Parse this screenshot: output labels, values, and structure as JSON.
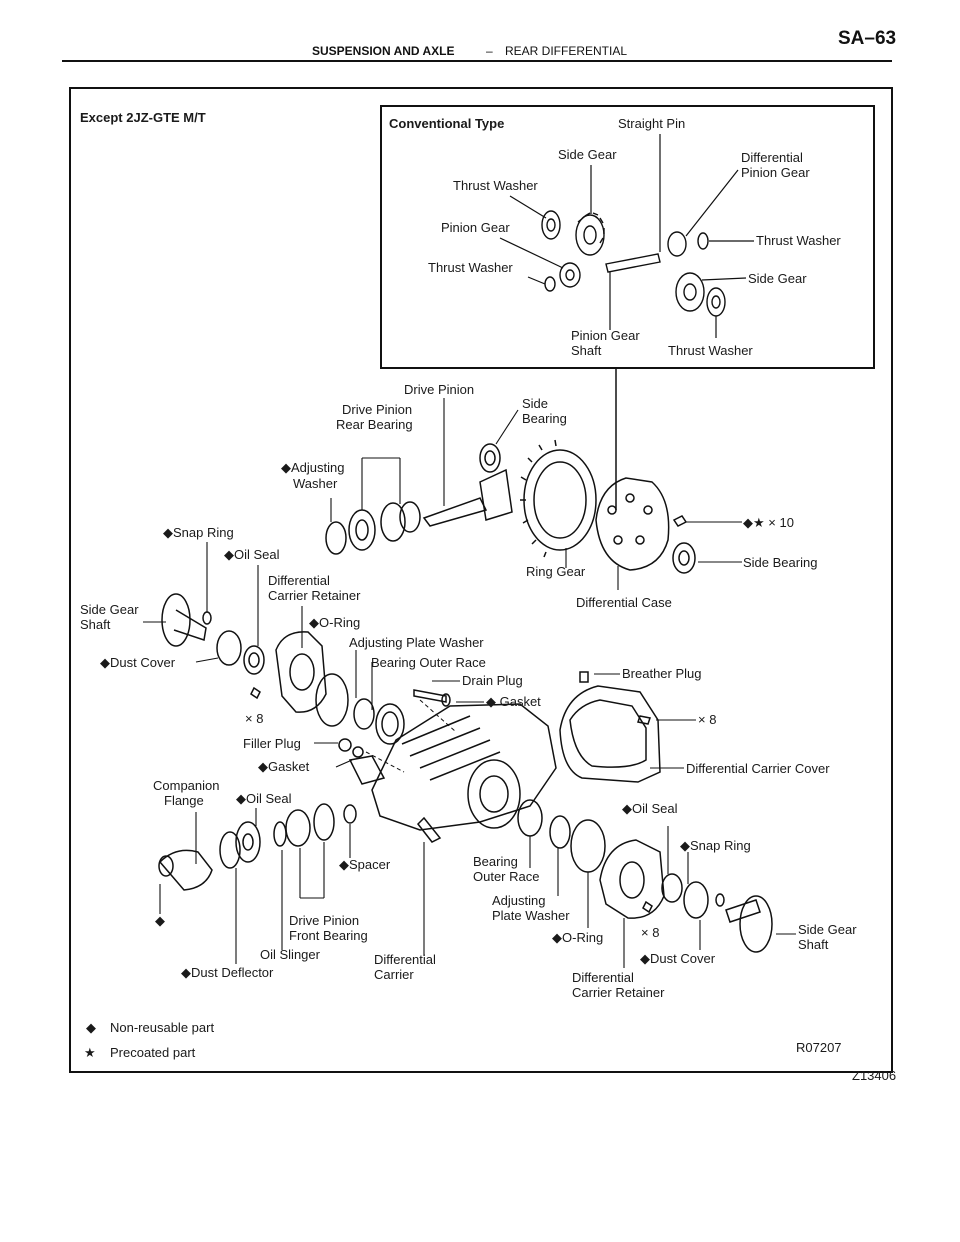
{
  "header": {
    "section": "SUSPENSION AND AXLE",
    "separator": "–",
    "subsection": "REAR DIFFERENTIAL",
    "page": "SA–63"
  },
  "figure": {
    "heading": "Except 2JZ-GTE M/T",
    "inset_title": "Conventional Type",
    "code": "R07207",
    "ref": "Z13406",
    "legend": [
      {
        "symbol": "◆",
        "text": "Non-reusable part"
      },
      {
        "symbol": "★",
        "text": "Precoated part"
      }
    ],
    "labels": {
      "straight_pin": "Straight Pin",
      "side_gear_top": "Side Gear",
      "diff_pinion_1": "Differential",
      "diff_pinion_2": "Pinion Gear",
      "thrust_washer_a": "Thrust Washer",
      "pinion_gear": "Pinion Gear",
      "thrust_washer_b": "Thrust Washer",
      "thrust_washer_c": "Thrust Washer",
      "side_gear_right": "Side Gear",
      "pg_shaft_1": "Pinion Gear",
      "pg_shaft_2": "Shaft",
      "thrust_washer_d": "Thrust Washer",
      "drive_pinion": "Drive Pinion",
      "dp_rear_1": "Drive Pinion",
      "dp_rear_2": "Rear Bearing",
      "side_bearing_1": "Side",
      "side_bearing_2": "Bearing",
      "adj_washer_1": "◆Adjusting",
      "adj_washer_2": "Washer",
      "snap_ring_l": "◆Snap Ring",
      "oil_seal_l": "◆Oil Seal",
      "ring_gear": "Ring Gear",
      "star_x10": "◆★ × 10",
      "side_bearing_r": "Side Bearing",
      "diff_case": "Differential Case",
      "sg_shaft_l1": "Side Gear",
      "sg_shaft_l2": "Shaft",
      "dcr_l1": "Differential",
      "dcr_l2": "Carrier Retainer",
      "oring_l": "◆O-Ring",
      "adj_plate_l": "Adjusting Plate Washer",
      "bor_l": "Bearing Outer Race",
      "dust_cover_l": "◆Dust Cover",
      "drain_plug": "Drain Plug",
      "gasket_r": "◆ Gasket",
      "breather_plug": "Breather Plug",
      "x8_l": "× 8",
      "x8_r": "× 8",
      "filler_plug": "Filler Plug",
      "gasket_l": "◆Gasket",
      "dcc": "Differential Carrier Cover",
      "comp_flange_1": "Companion",
      "comp_flange_2": "Flange",
      "oil_seal_f": "◆Oil Seal",
      "oil_seal_r": "◆Oil Seal",
      "snap_ring_r": "◆Snap Ring",
      "spacer": "◆Spacer",
      "bor_r1": "Bearing",
      "bor_r2": "Outer Race",
      "apw_r1": "Adjusting",
      "apw_r2": "Plate Washer",
      "sg_shaft_r1": "Side Gear",
      "sg_shaft_r2": "Shaft",
      "dpfb_1": "Drive Pinion",
      "dpfb_2": "Front Bearing",
      "oring_r": "◆O-Ring",
      "x8_b": "× 8",
      "dust_cover_r": "◆Dust Cover",
      "oil_slinger": "Oil Slinger",
      "dust_deflector": "◆Dust Deflector",
      "dc_1": "Differential",
      "dc_2": "Carrier",
      "dcr_r1": "Differential",
      "dcr_r2": "Carrier Retainer",
      "lone_diamond": "◆"
    }
  }
}
